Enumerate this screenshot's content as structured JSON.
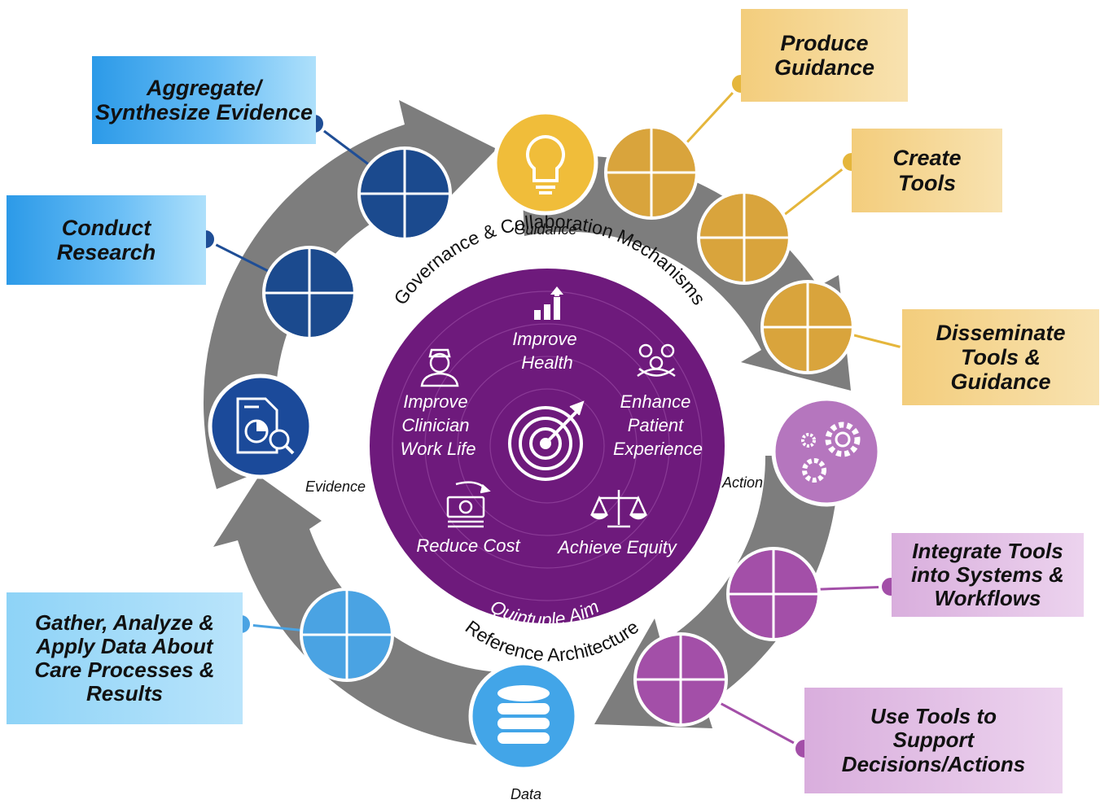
{
  "phases": {
    "guidance": "Guidance",
    "action": "Action",
    "data": "Data",
    "evidence": "Evidence"
  },
  "ring_labels": {
    "top": "Governance & Collaboration Mechanisms",
    "bottom": "Reference Architecture"
  },
  "aim": {
    "title": "Quintuple Aim",
    "improve_health": [
      "Improve",
      "Health"
    ],
    "enhance_patient_experience": [
      "Enhance",
      "Patient",
      "Experience"
    ],
    "improve_clinician_work_life": [
      "Improve",
      "Clinician",
      "Work Life"
    ],
    "reduce_cost": "Reduce Cost",
    "achieve_equity": "Achieve Equity"
  },
  "steps": {
    "aggregate": [
      "Aggregate/",
      "Synthesize Evidence"
    ],
    "conduct_research": [
      "Conduct",
      "Research"
    ],
    "produce_guidance": [
      "Produce",
      "Guidance"
    ],
    "create_tools": [
      "Create",
      "Tools"
    ],
    "disseminate": [
      "Disseminate",
      "Tools &",
      "Guidance"
    ],
    "integrate": [
      "Integrate Tools",
      "into Systems &",
      "Workflows"
    ],
    "use_tools": [
      "Use Tools to",
      "Support",
      "Decisions/Actions"
    ],
    "gather": [
      "Gather, Analyze &",
      "Apply Data About",
      "Care Processes &",
      "Results"
    ]
  },
  "colors": {
    "evidence": "#1f4e96",
    "guidance": "#e5b63b",
    "action": "#a34fa8",
    "data": "#4aa3e3",
    "center": "#6e1a7c",
    "arrow": "#7d7d7d"
  },
  "icons": {
    "guidance": "lightbulb-icon",
    "action": "gears-icon",
    "data": "database-icon",
    "evidence": "document-chart-icon",
    "center": "target-icon"
  }
}
